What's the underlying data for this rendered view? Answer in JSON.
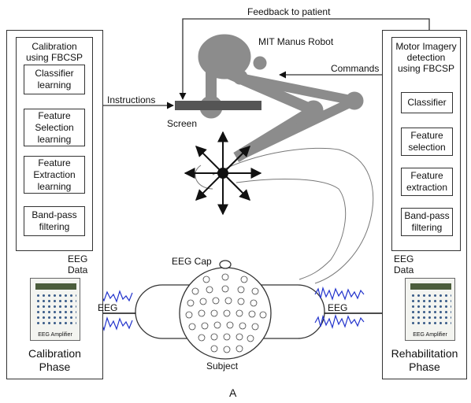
{
  "left_panel": {
    "heading": "Calibration\nusing FBCSP",
    "boxes": [
      "Classifier\nlearning",
      "Feature\nSelection\nlearning",
      "Feature\nExtraction\nlearning",
      "Band-pass\nfiltering"
    ],
    "eeg_data": "EEG\nData",
    "amplifier": "EEG Amplifier",
    "phase": "Calibration\nPhase"
  },
  "right_panel": {
    "heading": "Motor Imagery\ndetection\nusing FBCSP",
    "boxes": [
      "Classifier",
      "Feature\nselection",
      "Feature\nextraction",
      "Band-pass\nfiltering"
    ],
    "eeg_data": "EEG\nData",
    "amplifier": "EEG Amplifier",
    "phase": "Rehabilitation\nPhase"
  },
  "labels": {
    "feedback": "Feedback to patient",
    "robot": "MIT Manus Robot",
    "commands": "Commands",
    "instructions": "Instructions",
    "screen": "Screen",
    "eeg_cap": "EEG Cap",
    "eeg_left": "EEG",
    "eeg_right": "EEG",
    "subject": "Subject",
    "caption": "A"
  },
  "colors": {
    "robot": "#8c8c8c",
    "eeg_signal": "#2233cc"
  }
}
